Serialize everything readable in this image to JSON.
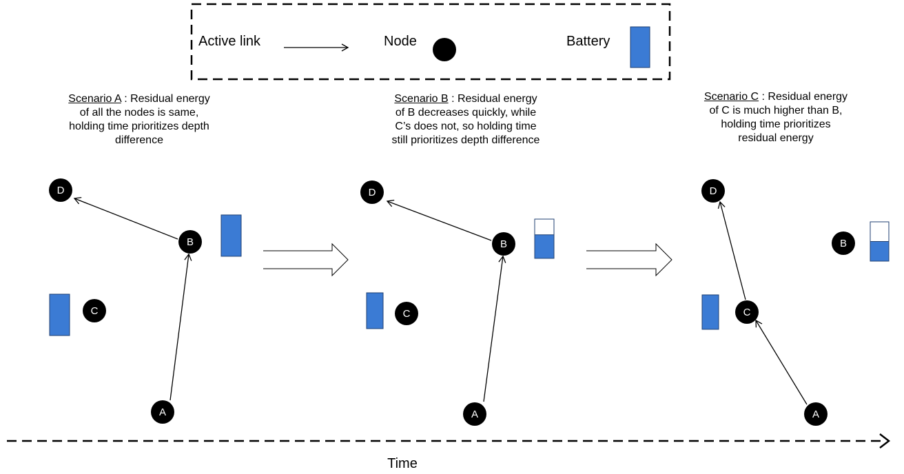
{
  "legend": {
    "active_link": "Active link",
    "node": "Node",
    "battery": "Battery"
  },
  "colors": {
    "battery_fill": "#3b7bd4",
    "node_fill": "#000000"
  },
  "scenarios": [
    {
      "title": "Scenario A",
      "text_line1": " : Residual energy",
      "text_rest": [
        "of all the nodes is same,",
        "holding time prioritizes depth",
        "difference"
      ],
      "nodes": {
        "D": "D",
        "B": "B",
        "C": "C",
        "A": "A"
      },
      "battery_B_level": 1.0,
      "battery_C_level": 1.0
    },
    {
      "title": "Scenario B",
      "text_line1": " : Residual energy",
      "text_rest": [
        "of B decreases quickly, while",
        "C’s does not, so holding time",
        "still prioritizes depth difference"
      ],
      "nodes": {
        "D": "D",
        "B": "B",
        "C": "C",
        "A": "A"
      },
      "battery_B_level": 0.6,
      "battery_C_level": 1.0
    },
    {
      "title": "Scenario C",
      "text_line1": " : Residual energy",
      "text_rest": [
        "of C is much higher than B,",
        "holding time prioritizes",
        "residual energy"
      ],
      "nodes": {
        "D": "D",
        "B": "B",
        "C": "C",
        "A": "A"
      },
      "battery_B_level": 0.5,
      "battery_C_level": 1.0
    }
  ],
  "time_label": "Time"
}
